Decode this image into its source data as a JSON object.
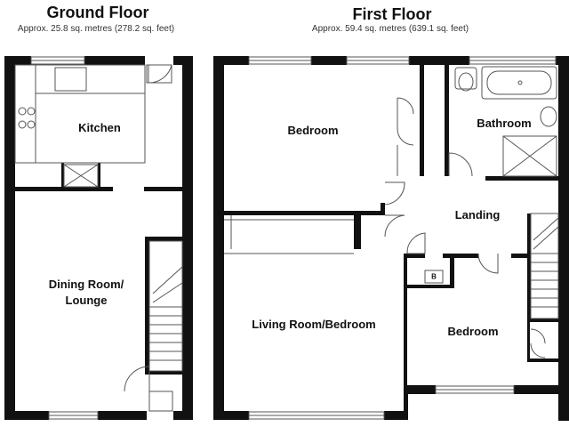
{
  "ground_floor": {
    "title": "Ground Floor",
    "area": "Approx. 25.8 sq. metres (278.2 sq. feet)",
    "rooms": {
      "kitchen": "Kitchen",
      "dining_line1": "Dining Room/",
      "dining_line2": "Lounge"
    }
  },
  "first_floor": {
    "title": "First Floor",
    "area": "Approx. 59.4 sq. metres (639.1 sq. feet)",
    "rooms": {
      "bedroom_top": "Bedroom",
      "bathroom": "Bathroom",
      "landing": "Landing",
      "living": "Living Room/Bedroom",
      "bedroom_bottom": "Bedroom",
      "boiler": "B"
    }
  },
  "colors": {
    "wall": "#111111",
    "fixture": "#555555",
    "fixture_fill": "#f2f2f2"
  }
}
